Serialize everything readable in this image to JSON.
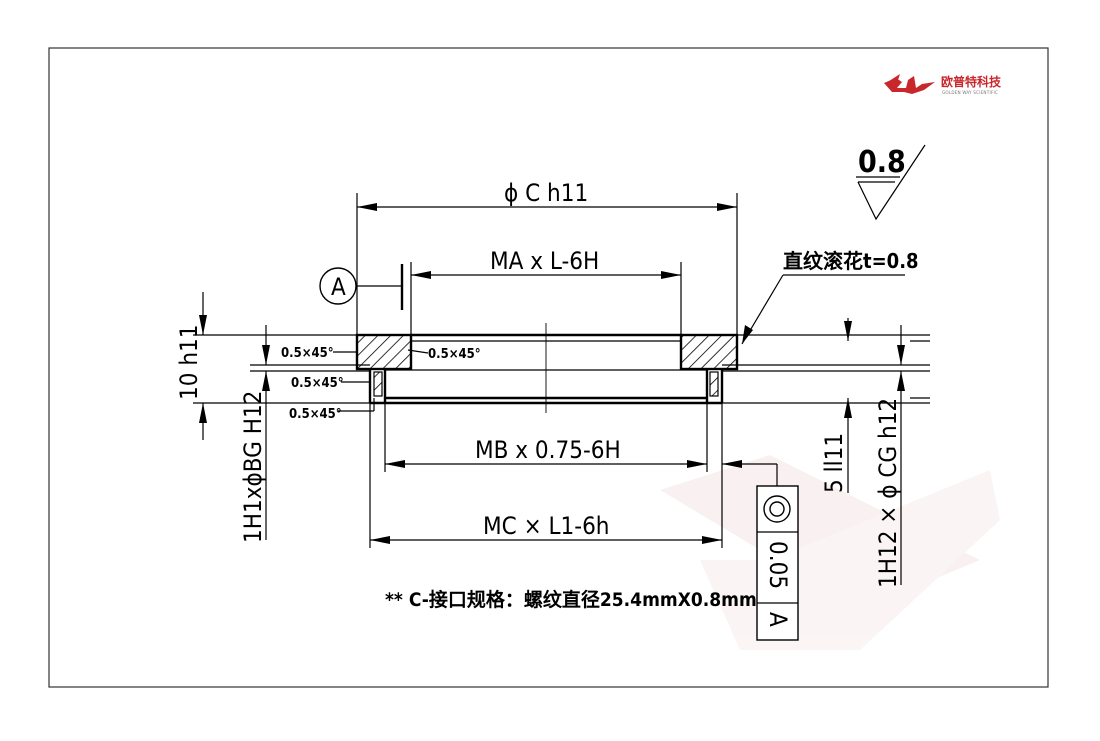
{
  "logo": {
    "name_cn": "欧普特科技",
    "name_en": "GOLDEN WAY SCIENTIFIC",
    "brand_color": "#c8282c"
  },
  "surface_finish": {
    "value": "0.8"
  },
  "dimensions": {
    "top_diameter": "ϕ C h11",
    "thread_ma": "MA x L-6H",
    "thread_mb": "MB x 0.75-6H",
    "thread_mc": "MC × L1-6h",
    "height_left": "10 h11",
    "bore_left": "1H1xϕBG H12",
    "depth_right": "5 ll11",
    "bore_right": "1H12 × ϕ CG h12",
    "knurl": "直纹滚花t=0.8"
  },
  "chamfers": {
    "c1": "0.5×45°",
    "c2": "0.5×45°",
    "c3": "0.5×45°",
    "c4": "0.5×45°"
  },
  "datum": {
    "label": "A"
  },
  "tolerance_frame": {
    "symbol": "concentricity",
    "value": "0.05",
    "datum": "A"
  },
  "note": "** C-接口规格：螺纹直径25.4mmX0.8mm",
  "colors": {
    "watermark": "#f5e6e6"
  }
}
